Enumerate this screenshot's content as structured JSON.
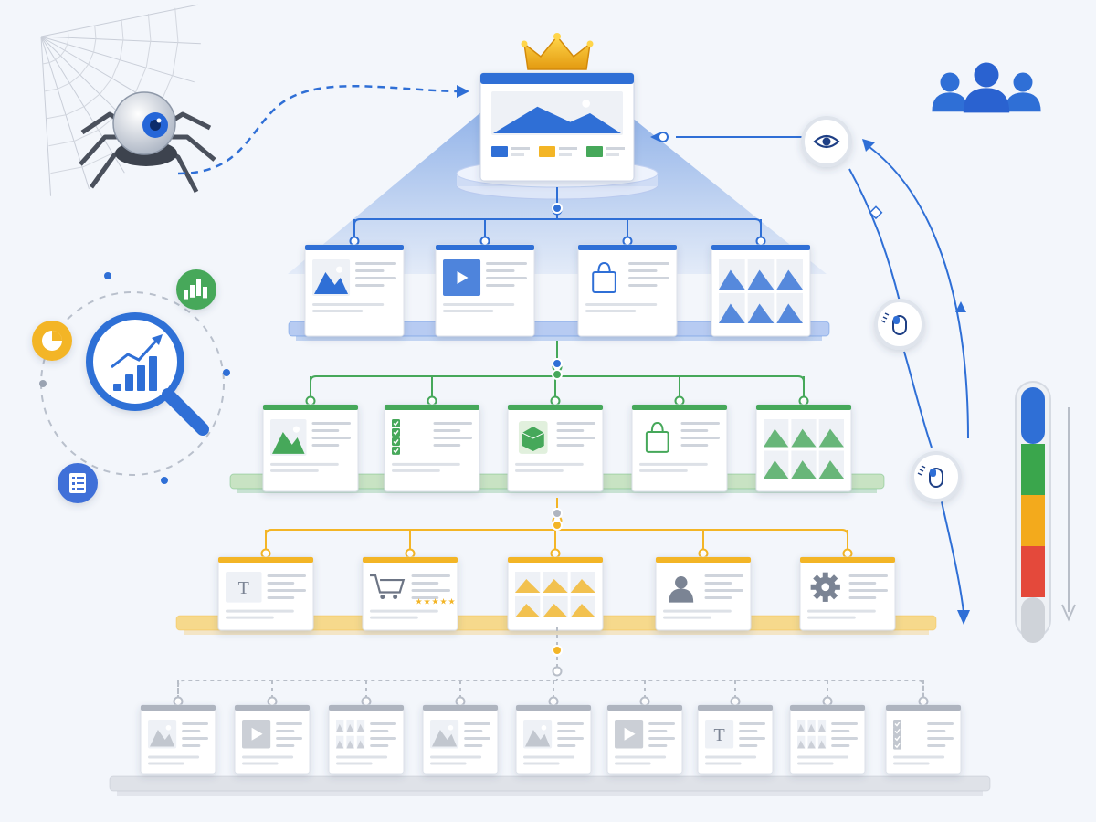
{
  "colors": {
    "background": "#f3f6fb",
    "blue": "#2f6fd6",
    "blue_light": "#c9d8f6",
    "green": "#46a85a",
    "green_light": "#d6ecd2",
    "yellow": "#f3b526",
    "yellow_light": "#f8e3a6",
    "red": "#e4493b",
    "gray": "#aeb4bf",
    "gray_light": "#e4e7ec",
    "card": "#ffffff"
  },
  "diagram": {
    "top_page": {
      "icon": "image-icon",
      "badge": "crown-icon"
    },
    "tiers": [
      {
        "name": "tier-1",
        "color": "blue",
        "cards": [
          "image-icon",
          "video-icon",
          "shopping-bag-icon",
          "gallery-icon"
        ]
      },
      {
        "name": "tier-2",
        "color": "green",
        "cards": [
          "image-icon",
          "checklist-icon",
          "cube-icon",
          "shopping-bag-icon",
          "gallery-icon"
        ]
      },
      {
        "name": "tier-3",
        "color": "yellow",
        "cards": [
          "text-icon",
          "shopping-cart-icon",
          "gallery-icon",
          "user-icon",
          "gear-icon"
        ]
      },
      {
        "name": "tier-4",
        "color": "gray",
        "cards": [
          "image-icon",
          "video-icon",
          "gallery-icon",
          "image-icon",
          "image-icon",
          "video-icon",
          "text-icon",
          "gallery-icon",
          "checklist-icon"
        ]
      }
    ],
    "crawler": {
      "icon": "spider-robot-icon",
      "web": "spider-web-icon"
    },
    "analytics": {
      "center": "magnifier-chart-icon",
      "orbit": [
        "bar-chart-icon",
        "pie-chart-icon",
        "checklist-icon"
      ]
    },
    "user_flow": {
      "users": "users-icon",
      "steps": [
        "eye-icon",
        "mouse-click-icon",
        "mouse-click-icon"
      ]
    },
    "priority_bar": {
      "segments": [
        "blue",
        "green",
        "yellow",
        "red",
        "gray"
      ],
      "direction": "down-arrow-icon"
    }
  }
}
